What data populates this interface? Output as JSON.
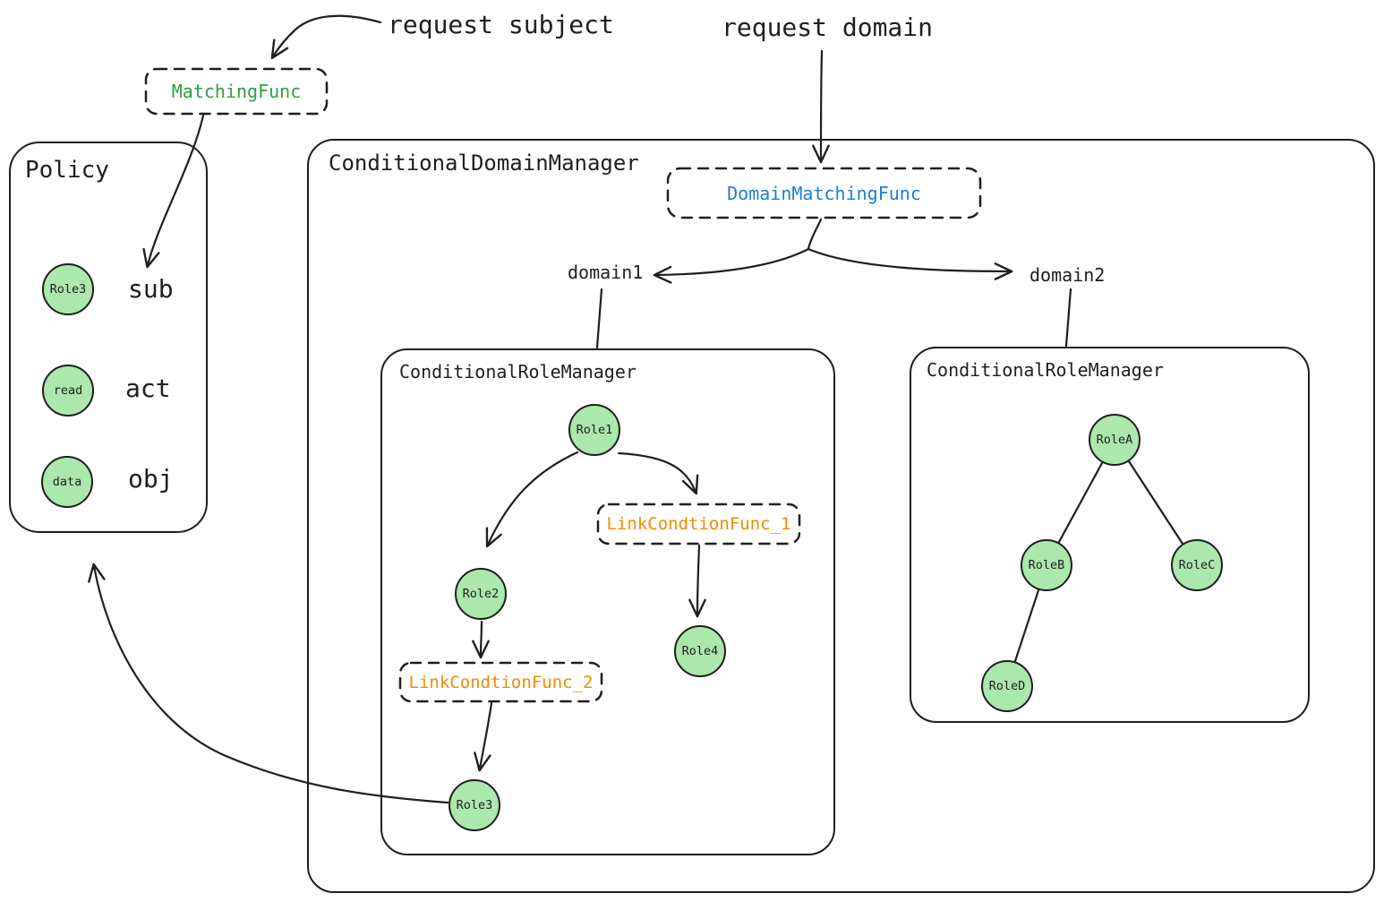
{
  "diagram": {
    "annotations": {
      "request_subject": "request subject",
      "request_domain": "request domain",
      "domain1": "domain1",
      "domain2": "domain2"
    },
    "matching_func": "MatchingFunc",
    "policy": {
      "title": "Policy",
      "rows": [
        {
          "node": "Role3",
          "label": "sub"
        },
        {
          "node": "read",
          "label": "act"
        },
        {
          "node": "data",
          "label": "obj"
        }
      ]
    },
    "domain_manager": {
      "title": "ConditionalDomainManager",
      "domain_matching_func": "DomainMatchingFunc",
      "role_manager_1": {
        "title": "ConditionalRoleManager",
        "nodes": {
          "role1": "Role1",
          "role2": "Role2",
          "role3": "Role3",
          "role4": "Role4"
        },
        "link_funcs": {
          "func1": "LinkCondtionFunc_1",
          "func2": "LinkCondtionFunc_2"
        }
      },
      "role_manager_2": {
        "title": "ConditionalRoleManager",
        "nodes": {
          "roleA": "RoleA",
          "roleB": "RoleB",
          "roleC": "RoleC",
          "roleD": "RoleD"
        }
      }
    },
    "colors": {
      "stroke": "#1e1e1e",
      "node_fill": "#aae8ab",
      "matching_func_text": "#2f9e44",
      "domain_matching_func_text": "#1c7ed6",
      "link_func_text": "#f08c00"
    }
  }
}
